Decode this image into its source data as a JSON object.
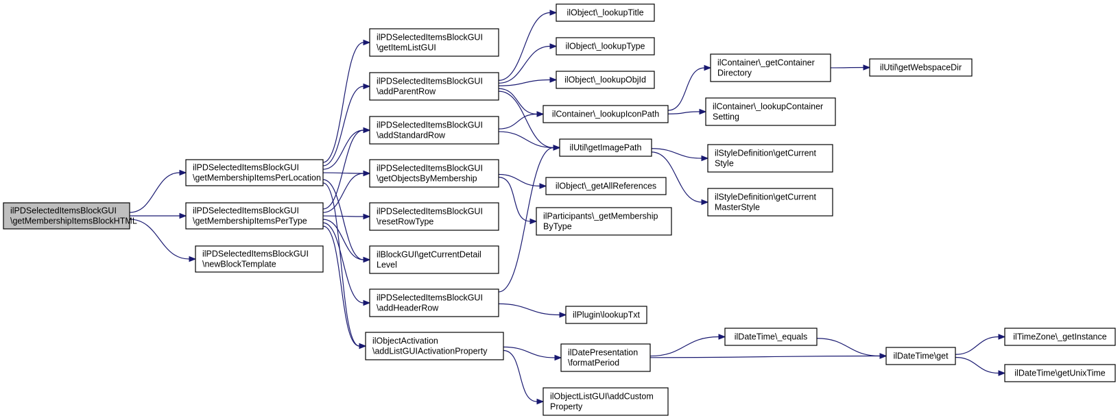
{
  "diagram": {
    "type": "call-graph",
    "colors": {
      "edge": "#191970",
      "root_fill": "#bfbfbf",
      "node_fill": "#ffffff",
      "border": "#000000"
    },
    "nodes": [
      {
        "id": "root",
        "lines": [
          "ilPDSelectedItemsBlockGUI",
          "\\getMembershipItemsBlockHTML"
        ],
        "highlight": true
      },
      {
        "id": "perLocation",
        "lines": [
          "ilPDSelectedItemsBlockGUI",
          "\\getMembershipItemsPerLocation"
        ]
      },
      {
        "id": "perType",
        "lines": [
          "ilPDSelectedItemsBlockGUI",
          "\\getMembershipItemsPerType"
        ]
      },
      {
        "id": "newBlockTemplate",
        "lines": [
          "ilPDSelectedItemsBlockGUI",
          "\\newBlockTemplate"
        ]
      },
      {
        "id": "getItemListGUI",
        "lines": [
          "ilPDSelectedItemsBlockGUI",
          "\\getItemListGUI"
        ]
      },
      {
        "id": "addParentRow",
        "lines": [
          "ilPDSelectedItemsBlockGUI",
          "\\addParentRow"
        ]
      },
      {
        "id": "addStandardRow",
        "lines": [
          "ilPDSelectedItemsBlockGUI",
          "\\addStandardRow"
        ]
      },
      {
        "id": "getObjectsByMembership",
        "lines": [
          "ilPDSelectedItemsBlockGUI",
          "\\getObjectsByMembership"
        ]
      },
      {
        "id": "resetRowType",
        "lines": [
          "ilPDSelectedItemsBlockGUI",
          "\\resetRowType"
        ]
      },
      {
        "id": "getCurrentDetailLevel",
        "lines": [
          "ilBlockGUI\\getCurrentDetail",
          "Level"
        ]
      },
      {
        "id": "addHeaderRow",
        "lines": [
          "ilPDSelectedItemsBlockGUI",
          "\\addHeaderRow"
        ]
      },
      {
        "id": "addListGUIActivationProperty",
        "lines": [
          "ilObjectActivation",
          "\\addListGUIActivationProperty"
        ]
      },
      {
        "id": "lookupTitle",
        "lines": [
          "ilObject\\_lookupTitle"
        ]
      },
      {
        "id": "lookupType",
        "lines": [
          "ilObject\\_lookupType"
        ]
      },
      {
        "id": "lookupObjId",
        "lines": [
          "ilObject\\_lookupObjId"
        ]
      },
      {
        "id": "lookupIconPath",
        "lines": [
          "ilContainer\\_lookupIconPath"
        ]
      },
      {
        "id": "getImagePath",
        "lines": [
          "ilUtil\\getImagePath"
        ]
      },
      {
        "id": "getAllReferences",
        "lines": [
          "ilObject\\_getAllReferences"
        ]
      },
      {
        "id": "getMembershipByType",
        "lines": [
          "ilParticipants\\_getMembership",
          "ByType"
        ]
      },
      {
        "id": "lookupTxt",
        "lines": [
          "ilPlugin\\lookupTxt"
        ]
      },
      {
        "id": "formatPeriod",
        "lines": [
          "ilDatePresentation",
          "\\formatPeriod"
        ]
      },
      {
        "id": "addCustomProperty",
        "lines": [
          "ilObjectListGUI\\addCustom",
          "Property"
        ]
      },
      {
        "id": "getContainerDirectory",
        "lines": [
          "ilContainer\\_getContainer",
          "Directory"
        ]
      },
      {
        "id": "lookupContainerSetting",
        "lines": [
          "ilContainer\\_lookupContainer",
          "Setting"
        ]
      },
      {
        "id": "getCurrentStyle",
        "lines": [
          "ilStyleDefinition\\getCurrent",
          "Style"
        ]
      },
      {
        "id": "getCurrentMasterStyle",
        "lines": [
          "ilStyleDefinition\\getCurrent",
          "MasterStyle"
        ]
      },
      {
        "id": "dtEquals",
        "lines": [
          "ilDateTime\\_equals"
        ]
      },
      {
        "id": "getWebspaceDir",
        "lines": [
          "ilUtil\\getWebspaceDir"
        ]
      },
      {
        "id": "dtGet",
        "lines": [
          "ilDateTime\\get"
        ]
      },
      {
        "id": "getInstance",
        "lines": [
          "ilTimeZone\\_getInstance"
        ]
      },
      {
        "id": "getUnixTime",
        "lines": [
          "ilDateTime\\getUnixTime"
        ]
      }
    ],
    "edges": [
      [
        "root",
        "perLocation"
      ],
      [
        "root",
        "perType"
      ],
      [
        "root",
        "newBlockTemplate"
      ],
      [
        "perLocation",
        "getItemListGUI"
      ],
      [
        "perLocation",
        "addParentRow"
      ],
      [
        "perLocation",
        "addStandardRow"
      ],
      [
        "perLocation",
        "getObjectsByMembership"
      ],
      [
        "perLocation",
        "getCurrentDetailLevel"
      ],
      [
        "perLocation",
        "addListGUIActivationProperty"
      ],
      [
        "perType",
        "addStandardRow"
      ],
      [
        "perType",
        "getObjectsByMembership"
      ],
      [
        "perType",
        "resetRowType"
      ],
      [
        "perType",
        "getCurrentDetailLevel"
      ],
      [
        "perType",
        "addHeaderRow"
      ],
      [
        "perType",
        "addListGUIActivationProperty"
      ],
      [
        "addParentRow",
        "lookupTitle"
      ],
      [
        "addParentRow",
        "lookupType"
      ],
      [
        "addParentRow",
        "lookupObjId"
      ],
      [
        "addParentRow",
        "lookupIconPath"
      ],
      [
        "addParentRow",
        "getImagePath"
      ],
      [
        "addStandardRow",
        "lookupIconPath"
      ],
      [
        "addStandardRow",
        "getImagePath"
      ],
      [
        "getObjectsByMembership",
        "getAllReferences"
      ],
      [
        "getObjectsByMembership",
        "getMembershipByType"
      ],
      [
        "addHeaderRow",
        "getImagePath"
      ],
      [
        "addHeaderRow",
        "lookupTxt"
      ],
      [
        "addListGUIActivationProperty",
        "formatPeriod"
      ],
      [
        "addListGUIActivationProperty",
        "addCustomProperty"
      ],
      [
        "lookupIconPath",
        "getContainerDirectory"
      ],
      [
        "lookupIconPath",
        "lookupContainerSetting"
      ],
      [
        "getImagePath",
        "getCurrentStyle"
      ],
      [
        "getImagePath",
        "getCurrentMasterStyle"
      ],
      [
        "formatPeriod",
        "dtEquals"
      ],
      [
        "formatPeriod",
        "dtGet"
      ],
      [
        "getContainerDirectory",
        "getWebspaceDir"
      ],
      [
        "dtEquals",
        "dtGet"
      ],
      [
        "dtGet",
        "getInstance"
      ],
      [
        "dtGet",
        "getUnixTime"
      ]
    ]
  }
}
